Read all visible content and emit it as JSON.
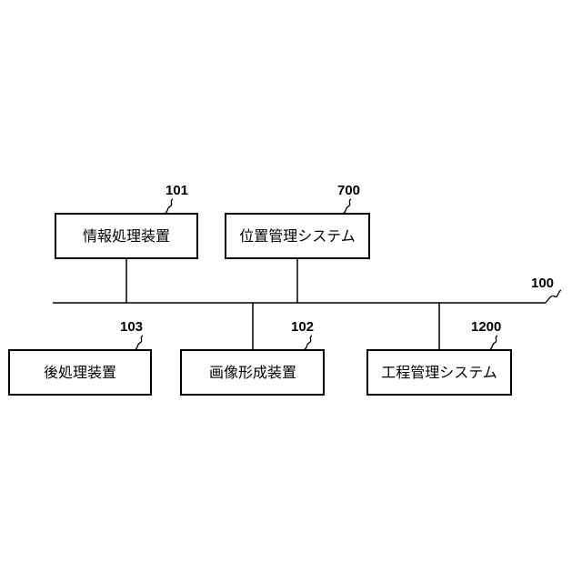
{
  "network": {
    "ref": "100"
  },
  "nodes": [
    {
      "id": "info",
      "ref": "101",
      "label": "情報処理装置"
    },
    {
      "id": "position",
      "ref": "700",
      "label": "位置管理システム"
    },
    {
      "id": "postproc",
      "ref": "103",
      "label": "後処理装置"
    },
    {
      "id": "imageform",
      "ref": "102",
      "label": "画像形成装置"
    },
    {
      "id": "process",
      "ref": "1200",
      "label": "工程管理システム"
    }
  ]
}
